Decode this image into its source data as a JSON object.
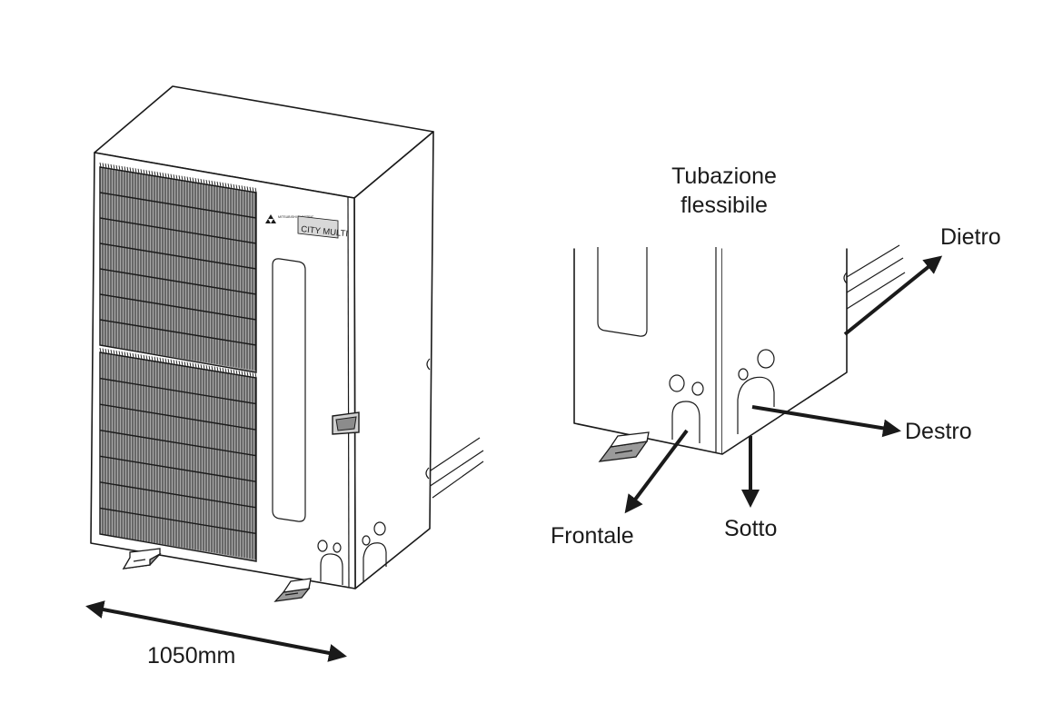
{
  "unit": {
    "brand_name": "MITSUBISHI ELECTRIC",
    "product_label": "CITY MULTI"
  },
  "dimension": {
    "width_label": "1050mm"
  },
  "detail": {
    "title_line1": "Tubazione",
    "title_line2": "flessibile"
  },
  "directions": {
    "back": "Dietro",
    "right": "Destro",
    "front": "Frontale",
    "bottom": "Sotto"
  },
  "colors": {
    "line": "#1a1a1a",
    "label_background": "#d8d8d8",
    "grille_fill": "#a9a9a9"
  }
}
